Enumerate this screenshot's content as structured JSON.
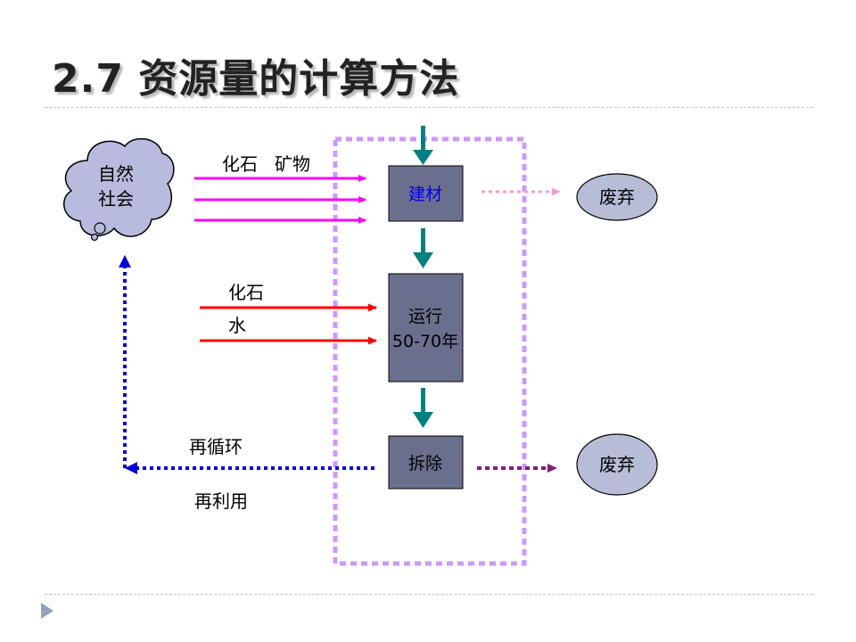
{
  "slide": {
    "title": "2.7 资源量的计算方法"
  },
  "diagram": {
    "cloud": {
      "line1": "自然",
      "line2": "社会"
    },
    "inputs_top": {
      "label_fossil": "化石",
      "label_mineral": "矿物"
    },
    "inputs_mid": {
      "label_fossil": "化石",
      "label_water": "水"
    },
    "boxes": {
      "materials": "建材",
      "operation_line1": "运行",
      "operation_line2": "50-70年",
      "demolition": "拆除"
    },
    "waste": {
      "top": "废弃",
      "bottom": "废弃"
    },
    "recycle": {
      "label_recycle": "再循环",
      "label_reuse": "再利用"
    }
  },
  "colors": {
    "magenta_arrow": "#ff00ff",
    "red_arrow": "#ff0000",
    "teal_arrow": "#008080",
    "blue_dotted": "#0000dd",
    "purple_dotted": "#7b1f7b",
    "pink_dotted": "#ff99cc",
    "lavender_frame": "#cc99ff",
    "box_fill": "#6b6f8e",
    "ellipse_fill": "#b7bdd6"
  }
}
